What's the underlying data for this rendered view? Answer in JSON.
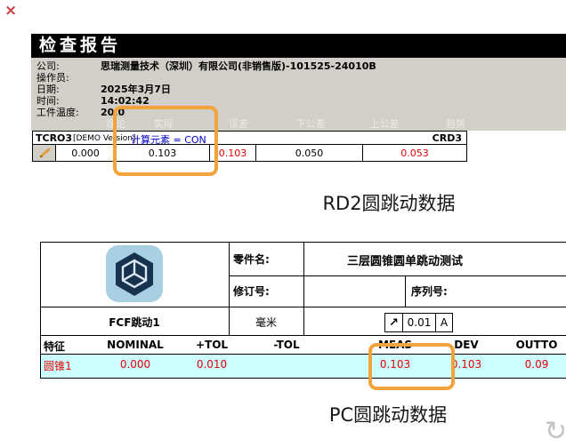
{
  "colors": {
    "highlight_orange": "#F2A33C",
    "value_red": "#E60000",
    "formula_blue": "#0000CC",
    "result_row_cyan": "#CCFFFF",
    "panel_gray": "#D2CFC8",
    "title_bar_black": "#000000"
  },
  "icons": {
    "broken_image": "×",
    "pencil": "✎",
    "refresh": "↻"
  },
  "top_report": {
    "title": "检查报告",
    "info": [
      {
        "label": "公司:",
        "value": "思瑞测量技术（深圳）有限公司(非销售版)-101525-24010B"
      },
      {
        "label": "操作员:",
        "value": ""
      },
      {
        "label": "日期:",
        "value": "2025年3月7日"
      },
      {
        "label": "时间:",
        "value": "14:02:42"
      },
      {
        "label": "工件温度:",
        "value": "20.0"
      }
    ],
    "columns": [
      "理论",
      "实际",
      "误差",
      "下公差",
      "上公差",
      "趋势"
    ],
    "feature_header": {
      "id_left": "TCRO3",
      "demo_tag": "[DEMO Version]",
      "formula": "计算元素 = CON",
      "id_right": "CRD3"
    },
    "values": [
      "0.000",
      "0.103",
      "0.103",
      "0.050",
      "0.053"
    ]
  },
  "caption_rd2": "RD2圆跳动数据",
  "pc_report": {
    "part_name_label": "零件名:",
    "part_name": "三层圆锥圆单跳动测试",
    "revision_label": "修订号:",
    "serial_label": "序列号:",
    "fcf_name": "FCF跳动1",
    "unit": "毫米",
    "tolerance": {
      "symbol": "↗",
      "value": "0.01",
      "datum": "A"
    },
    "headers": [
      "特征",
      "NOMINAL",
      "+TOL",
      "-TOL",
      "MEAS",
      "DEV",
      "OUTTO"
    ],
    "row": {
      "feature": "圆锥1",
      "nominal": "0.000",
      "plus_tol": "0.010",
      "minus_tol": "",
      "meas": "0.103",
      "dev": "0.103",
      "outtol": "0.09"
    }
  },
  "caption_pc": "PC圆跳动数据"
}
